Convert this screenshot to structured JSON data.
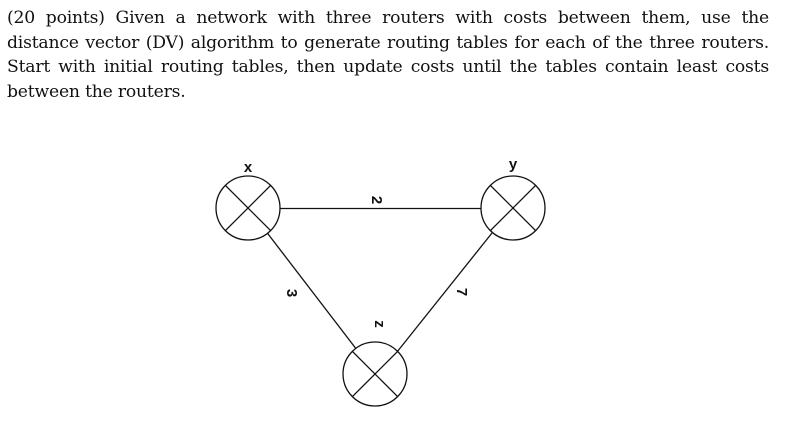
{
  "question": {
    "text": "(20 points) Given a network with three routers with costs between them, use the distance vector (DV) algorithm to generate routing tables for each of the three routers. Start with initial routing tables, then update costs until the tables contain least costs between the routers."
  },
  "network": {
    "nodes": [
      {
        "id": "x",
        "label": "x"
      },
      {
        "id": "y",
        "label": "y"
      },
      {
        "id": "z",
        "label": "z"
      }
    ],
    "edges": [
      {
        "from": "x",
        "to": "y",
        "cost": "2"
      },
      {
        "from": "x",
        "to": "z",
        "cost": "3"
      },
      {
        "from": "y",
        "to": "z",
        "cost": "7"
      }
    ]
  }
}
